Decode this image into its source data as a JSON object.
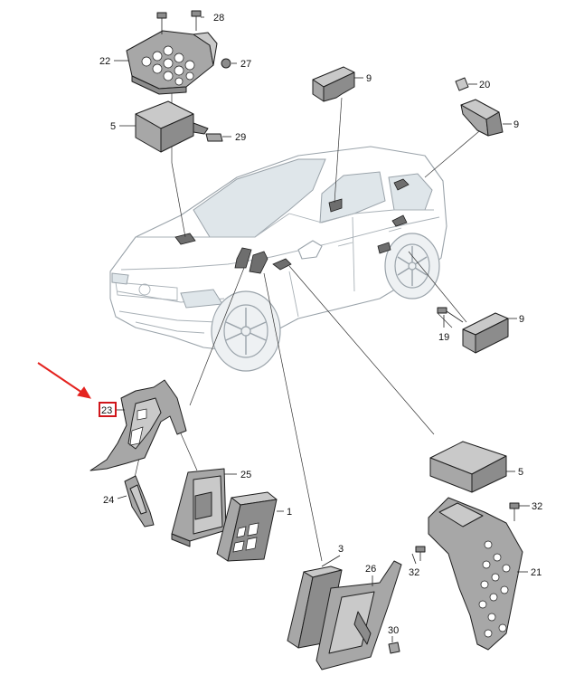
{
  "labels": {
    "l1": "1",
    "l3": "3",
    "l5a": "5",
    "l5b": "5",
    "l9a": "9",
    "l9b": "9",
    "l9c": "9",
    "l19": "19",
    "l20": "20",
    "l21": "21",
    "l22": "22",
    "l23": "23",
    "l24": "24",
    "l25": "25",
    "l26": "26",
    "l27": "27",
    "l28": "28",
    "l29": "29",
    "l30": "30",
    "l32a": "32",
    "l32b": "32"
  },
  "colors": {
    "part_fill": "#a7a7a7",
    "car_outline": "#9aa3aa",
    "highlight": "#d0161b",
    "arrow": "#e4231f"
  }
}
